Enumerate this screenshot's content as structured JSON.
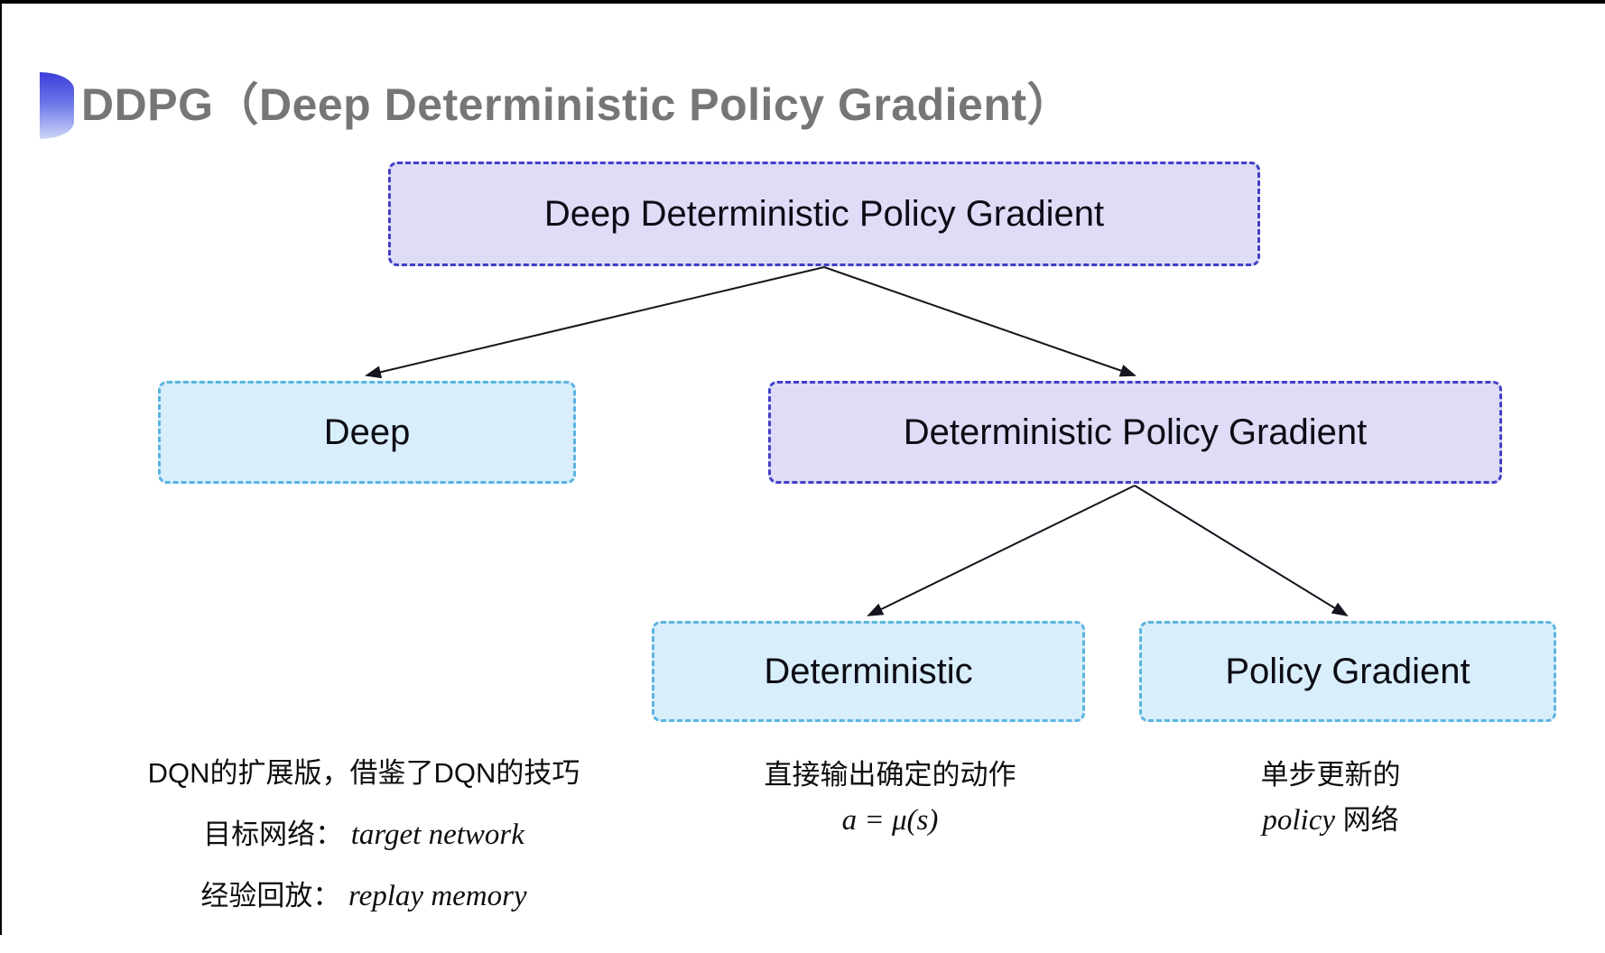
{
  "title": {
    "text": "DDPG（Deep Deterministic Policy Gradient）",
    "bullet_icon": "gradient-half-disc"
  },
  "colors": {
    "title_text": "#767676",
    "purple_node_fill": "#dedcf7",
    "purple_node_border": "#4040c8",
    "cyan_node_fill": "#d9eefb",
    "cyan_node_border": "#5ab4de",
    "arrow": "#15151f",
    "edge_bars": "#000000"
  },
  "tree": {
    "root": {
      "label": "Deep Deterministic Policy Gradient",
      "variant": "purple"
    },
    "deep": {
      "label": "Deep",
      "variant": "cyan"
    },
    "dpg": {
      "label": "Deterministic Policy Gradient",
      "variant": "purple"
    },
    "deterministic": {
      "label": "Deterministic",
      "variant": "cyan"
    },
    "policy_gradient": {
      "label": "Policy Gradient",
      "variant": "cyan"
    }
  },
  "notes": {
    "deep": {
      "line1": "DQN的扩展版，借鉴了DQN的技巧",
      "line2_label": "目标网络：",
      "line2_value": "target network",
      "line3_label": "经验回放：",
      "line3_value": "replay memory"
    },
    "deterministic": {
      "line1": "直接输出确定的动作",
      "line2": "a = μ(s)"
    },
    "policy_gradient": {
      "line1": "单步更新的",
      "line2_italic": "policy",
      "line2_rest": " 网络"
    }
  }
}
